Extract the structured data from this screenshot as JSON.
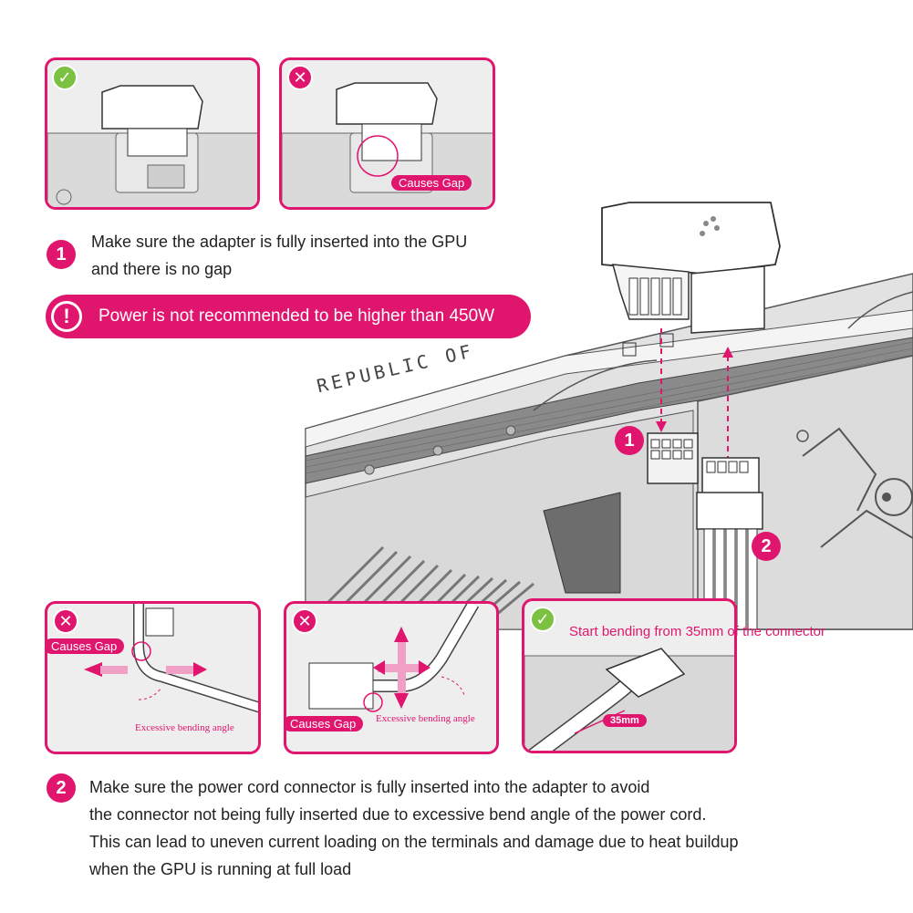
{
  "colors": {
    "accent": "#e0156e",
    "ok": "#7cc242",
    "hardware_gray": "#d6d6d6"
  },
  "top_panels": [
    {
      "status": "ok",
      "icon": "check-icon"
    },
    {
      "status": "bad",
      "icon": "close-icon",
      "tag": "Causes Gap"
    }
  ],
  "step1": {
    "number": "1",
    "line1": "Make sure the adapter is fully inserted into the GPU",
    "line2": "and there is no gap"
  },
  "warning": {
    "icon": "exclamation-icon",
    "text": "Power is not recommended to be higher than 450W"
  },
  "main_illustration": {
    "marker1": "1",
    "marker2": "2",
    "brand_text": "REPUBLIC OF"
  },
  "bottom_panels": [
    {
      "status": "bad",
      "icon": "close-icon",
      "tag": "Causes Gap",
      "note": "Excessive bending angle"
    },
    {
      "status": "bad",
      "icon": "close-icon",
      "tag": "Causes Gap",
      "note": "Excessive bending angle"
    },
    {
      "status": "ok",
      "icon": "check-icon",
      "note": "Start bending from 35mm of the connector",
      "dimension": "35mm"
    }
  ],
  "step2": {
    "number": "2",
    "line1": "Make sure the power cord connector is fully inserted into the adapter to avoid",
    "line2": "the connector not being fully inserted due to excessive bend angle of the power cord.",
    "line3": "This can lead to uneven current loading on the terminals and damage due to heat buildup",
    "line4": "when the GPU is running at full load"
  }
}
